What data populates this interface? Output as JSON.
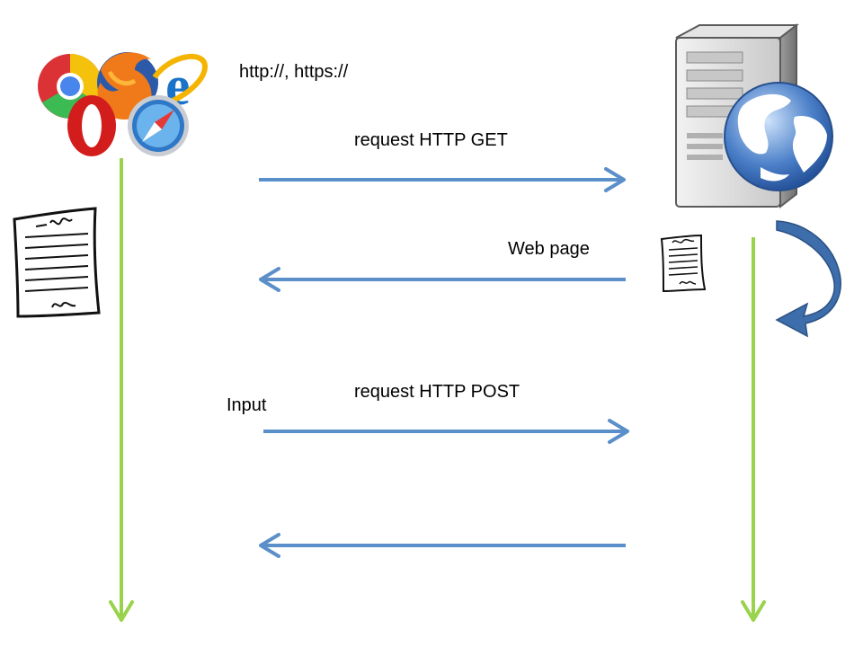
{
  "labels": {
    "protocols": "http://, https://",
    "request_get": "request  HTTP GET",
    "web_page": "Web page",
    "request_post": "request  HTTP POST",
    "input": "Input"
  },
  "icons": {
    "browsers": "browser-logos-icon",
    "server": "server-globe-icon",
    "document_client": "document-icon",
    "document_server": "document-icon",
    "processing": "curved-arrow-icon"
  },
  "colors": {
    "message_arrow": "#5b8fc9",
    "lifeline": "#99d34b",
    "curved_arrow": "#3d6eab",
    "background": "#ffffff"
  }
}
